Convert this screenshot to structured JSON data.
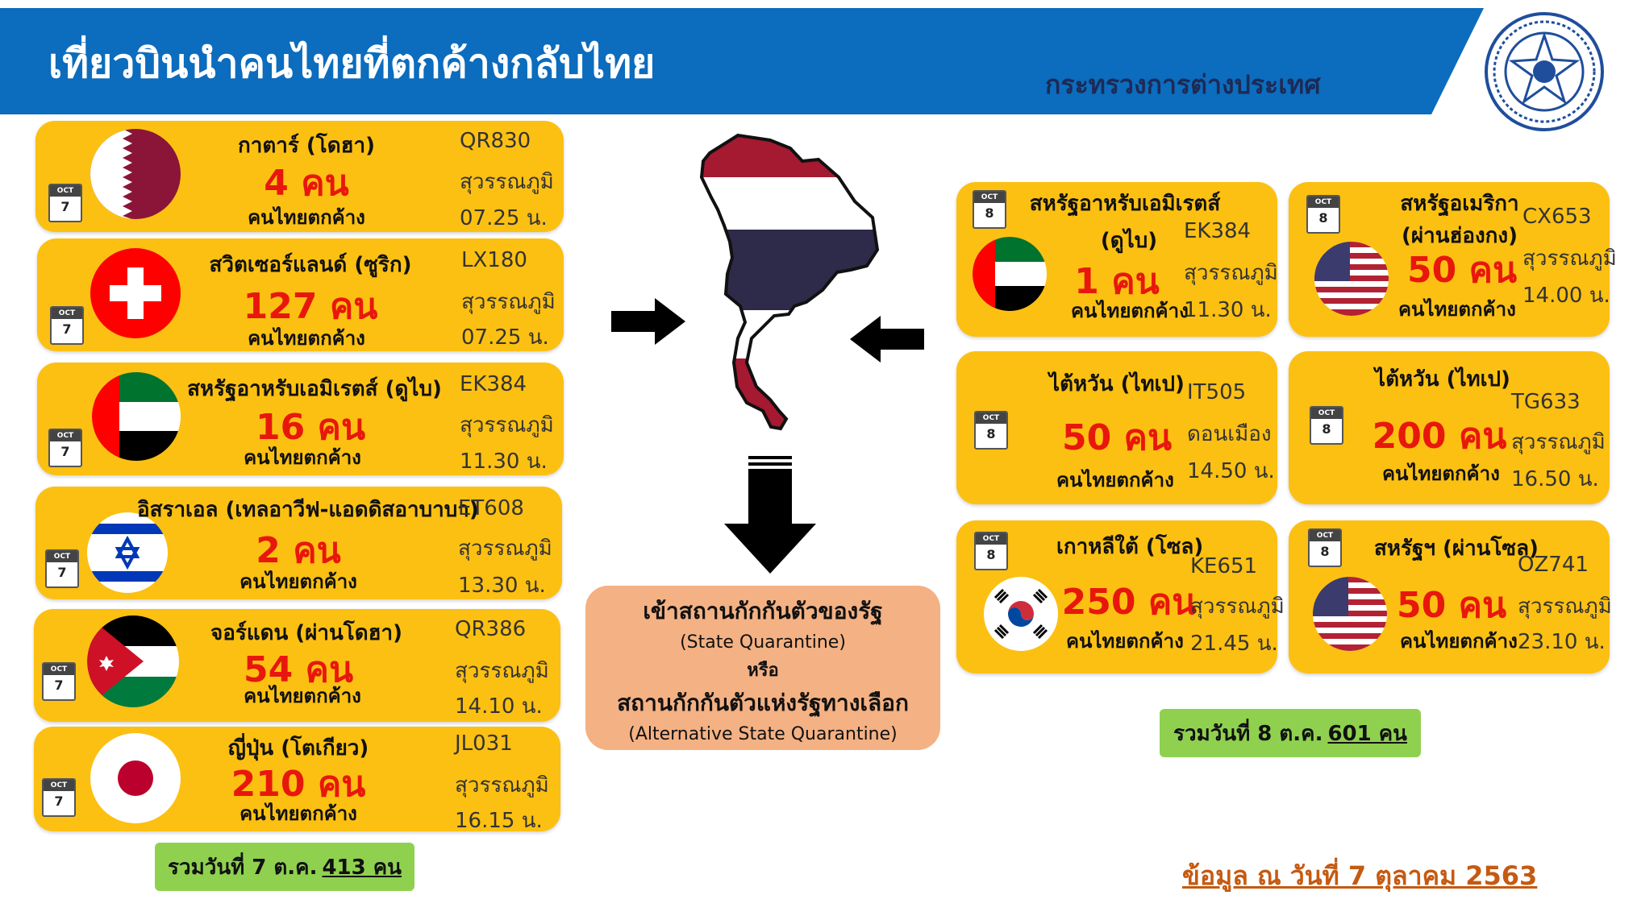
{
  "header": {
    "title": "เที่ยวบินนำคนไทยที่ตกค้างกลับไทย",
    "ministry": "กระทรวงการต่างประเทศ"
  },
  "colors": {
    "header_blue": "#0c6cbd",
    "card_yellow": "#fcc012",
    "count_red": "#e8170b",
    "total_green": "#8fd14f",
    "quarantine_box": "#f4b183",
    "asof_orange": "#c55a11"
  },
  "left_flights": [
    {
      "cal_month": "OCT",
      "cal_day": "7",
      "country": "กาตาร์ (โดฮา)",
      "count": "4 คน",
      "stranded": "คนไทยตกค้าง",
      "flight": "QR830",
      "airport": "สุวรรณภูมิ",
      "time": "07.25 น.",
      "flag": "qatar-flag"
    },
    {
      "cal_month": "OCT",
      "cal_day": "7",
      "country": "สวิตเซอร์แลนด์ (ซูริก)",
      "count": "127 คน",
      "stranded": "คนไทยตกค้าง",
      "flight": "LX180",
      "airport": "สุวรรณภูมิ",
      "time": "07.25 น.",
      "flag": "switzerland-flag"
    },
    {
      "cal_month": "OCT",
      "cal_day": "7",
      "country": "สหรัฐอาหรับเอมิเรตส์ (ดูไบ)",
      "count": "16 คน",
      "stranded": "คนไทยตกค้าง",
      "flight": "EK384",
      "airport": "สุวรรณภูมิ",
      "time": "11.30 น.",
      "flag": "uae-flag"
    },
    {
      "cal_month": "OCT",
      "cal_day": "7",
      "country": "อิสราเอล (เทลอาวีฟ-แอดดิสอาบาบา)",
      "count": "2 คน",
      "stranded": "คนไทยตกค้าง",
      "flight": "ET608",
      "airport": "สุวรรณภูมิ",
      "time": "13.30 น.",
      "flag": "israel-flag"
    },
    {
      "cal_month": "OCT",
      "cal_day": "7",
      "country": "จอร์แดน (ผ่านโดฮา)",
      "count": "54 คน",
      "stranded": "คนไทยตกค้าง",
      "flight": "QR386",
      "airport": "สุวรรณภูมิ",
      "time": "14.10 น.",
      "flag": "jordan-flag"
    },
    {
      "cal_month": "OCT",
      "cal_day": "7",
      "country": "ญี่ปุ่น (โตเกียว)",
      "count": "210 คน",
      "stranded": "คนไทยตกค้าง",
      "flight": "JL031",
      "airport": "สุวรรณภูมิ",
      "time": "16.15 น.",
      "flag": "japan-flag"
    }
  ],
  "left_total": {
    "label": "รวมวันที่ 7 ต.ค.",
    "value": "413 คน"
  },
  "right_flights": [
    {
      "cal_month": "OCT",
      "cal_day": "8",
      "country": "สหรัฐอาหรับเอมิเรตส์",
      "country2": "(ดูไบ)",
      "count": "1 คน",
      "stranded": "คนไทยตกค้าง",
      "flight": "EK384",
      "airport": "สุวรรณภูมิ",
      "time": "11.30 น.",
      "flag": "uae-flag"
    },
    {
      "cal_month": "OCT",
      "cal_day": "8",
      "country": "สหรัฐอเมริกา",
      "country2": "(ผ่านฮ่องกง)",
      "count": "50 คน",
      "stranded": "คนไทยตกค้าง",
      "flight": "CX653",
      "airport": "สุวรรณภูมิ",
      "time": "14.00 น.",
      "flag": "usa-flag"
    },
    {
      "cal_month": "OCT",
      "cal_day": "8",
      "country": "ไต้หวัน (ไทเป)",
      "country2": "",
      "count": "50 คน",
      "stranded": "คนไทยตกค้าง",
      "flight": "IT505",
      "airport": "ดอนเมือง",
      "time": "14.50 น.",
      "flag": ""
    },
    {
      "cal_month": "OCT",
      "cal_day": "8",
      "country": "ไต้หวัน (ไทเป)",
      "country2": "",
      "count": "200 คน",
      "stranded": "คนไทยตกค้าง",
      "flight": "TG633",
      "airport": "สุวรรณภูมิ",
      "time": "16.50 น.",
      "flag": ""
    },
    {
      "cal_month": "OCT",
      "cal_day": "8",
      "country": "เกาหลีใต้ (โซล)",
      "country2": "",
      "count": "250 คน",
      "stranded": "คนไทยตกค้าง",
      "flight": "KE651",
      "airport": "สุวรรณภูมิ",
      "time": "21.45 น.",
      "flag": "south-korea-flag"
    },
    {
      "cal_month": "OCT",
      "cal_day": "8",
      "country": "สหรัฐฯ (ผ่านโซล)",
      "country2": "",
      "count": "50 คน",
      "stranded": "คนไทยตกค้าง",
      "flight": "OZ741",
      "airport": "สุวรรณภูมิ",
      "time": "23.10 น.",
      "flag": "usa-flag"
    }
  ],
  "right_total": {
    "label": "รวมวันที่ 8 ต.ค.",
    "value": "601 คน"
  },
  "quarantine": {
    "line1": "เข้าสถานกักกันตัวของรัฐ",
    "line2": "(State Quarantine)",
    "line3": "หรือ",
    "line4": "สถานกักกันตัวแห่งรัฐทางเลือก",
    "line5": "(Alternative State Quarantine)"
  },
  "as_of": "ข้อมูล ณ วันที่ 7 ตุลาคม 2563"
}
